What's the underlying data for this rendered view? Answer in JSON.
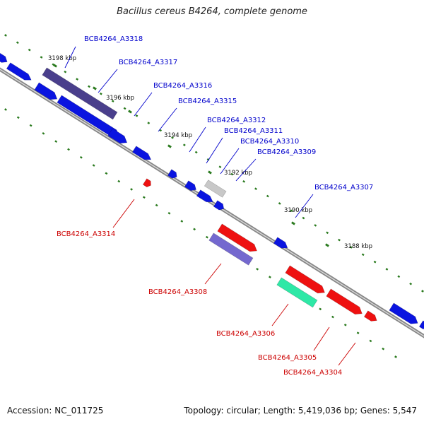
{
  "title": "Bacillus cereus B4264, complete genome",
  "footer": {
    "accession": "Accession: NC_011725",
    "summary": "Topology: circular; Length: 5,419,036 bp; Genes: 5,547"
  },
  "colors": {
    "backbone": "#888888",
    "tick": "#2a7a1e",
    "forward_label": "#0000cc",
    "reverse_label": "#cc0000",
    "gene_blue": "#0a14e0",
    "gene_red": "#ee1111",
    "gene_purple_dark": "#4a3f8c",
    "gene_purple_light": "#7468cf",
    "gene_grey": "#c8c8c8",
    "gene_teal": "#2ee8a6"
  },
  "scale_labels": [
    "3198 kbp",
    "3196 kbp",
    "3194 kbp",
    "3192 kbp",
    "3190 kbp",
    "3188 kbp"
  ],
  "gene_labels_forward": [
    "BCB4264_A3318",
    "BCB4264_A3317",
    "BCB4264_A3316",
    "BCB4264_A3315",
    "BCB4264_A3312",
    "BCB4264_A3311",
    "BCB4264_A3310",
    "BCB4264_A3309",
    "BCB4264_A3307"
  ],
  "gene_labels_reverse": [
    "BCB4264_A3314",
    "BCB4264_A3308",
    "BCB4264_A3306",
    "BCB4264_A3305",
    "BCB4264_A3304"
  ]
}
